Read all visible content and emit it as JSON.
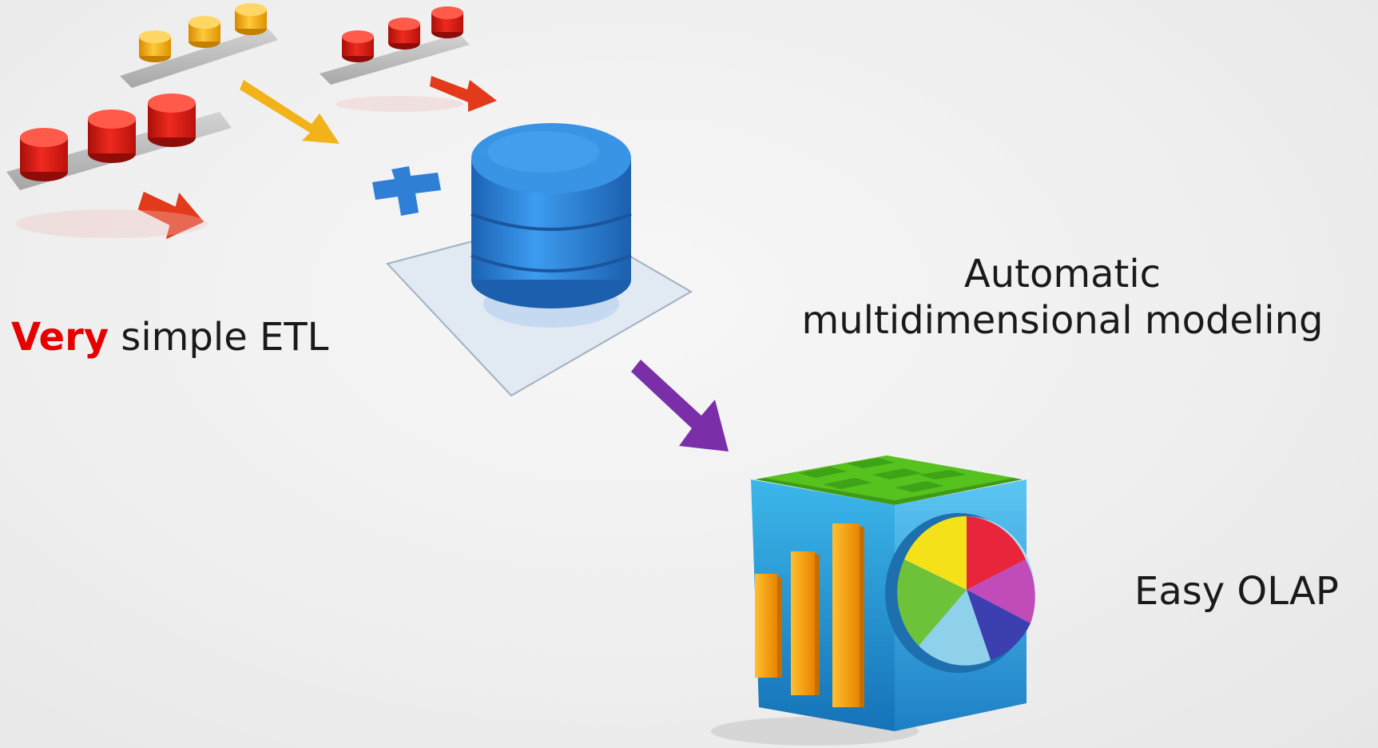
{
  "labels": {
    "etl_emphasis": "Very",
    "etl_rest": " simple ETL",
    "modeling_line1": "Automatic",
    "modeling_line2": "multidimensional modeling",
    "olap": "Easy OLAP"
  },
  "colors": {
    "accent_red": "#e60000",
    "cylinder_red": "#d91a12",
    "cylinder_yellow": "#f2b31a",
    "database_blue": "#2f86db",
    "flow_arrow_purple": "#7a2ea8",
    "cube_blue": "#2aa3dc",
    "cube_top_green": "#55c21e",
    "bar_orange": "#f5a000"
  },
  "icons": [
    "etl-pipeline-icon",
    "database-icon",
    "plus-icon",
    "flow-arrow-icon",
    "olap-cube-icon",
    "bar-chart-icon",
    "pie-chart-icon"
  ]
}
